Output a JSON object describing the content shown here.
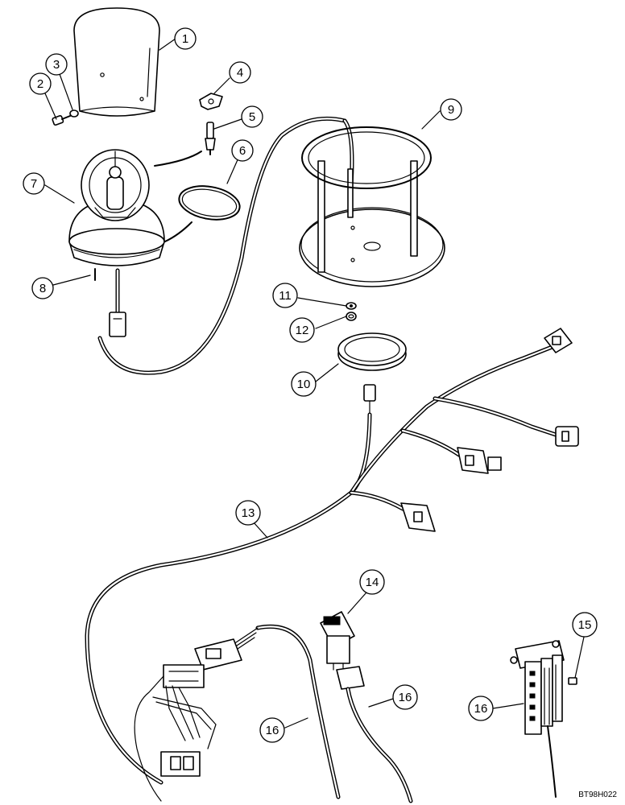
{
  "callouts": [
    {
      "id": "c1",
      "text": "1"
    },
    {
      "id": "c2",
      "text": "2"
    },
    {
      "id": "c3",
      "text": "3"
    },
    {
      "id": "c4",
      "text": "4"
    },
    {
      "id": "c5",
      "text": "5"
    },
    {
      "id": "c6",
      "text": "6"
    },
    {
      "id": "c7",
      "text": "7"
    },
    {
      "id": "c8",
      "text": "8"
    },
    {
      "id": "c9",
      "text": "9"
    },
    {
      "id": "c10",
      "text": "10"
    },
    {
      "id": "c11",
      "text": "11"
    },
    {
      "id": "c12",
      "text": "12"
    },
    {
      "id": "c13",
      "text": "13"
    },
    {
      "id": "c14",
      "text": "14"
    },
    {
      "id": "c15",
      "text": "15"
    },
    {
      "id": "c16a",
      "text": "16"
    },
    {
      "id": "c16b",
      "text": "16"
    },
    {
      "id": "c16c",
      "text": "16"
    }
  ],
  "figure_code": "BT98H022"
}
